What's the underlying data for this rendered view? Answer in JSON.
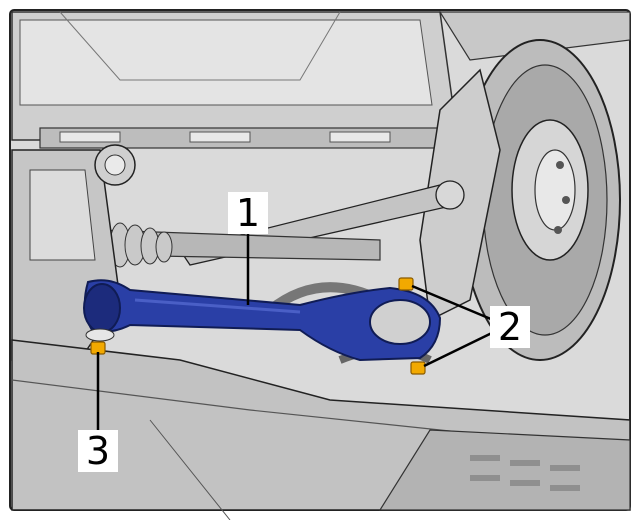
{
  "figure": {
    "callouts": [
      {
        "id": "1",
        "label": "1"
      },
      {
        "id": "2",
        "label": "2"
      },
      {
        "id": "3",
        "label": "3"
      }
    ]
  },
  "colors": {
    "control_arm": "#2a3fa6",
    "control_arm_dark": "#1c2b7c",
    "bolts": "#f2a900",
    "background_grey": "#d9d9d9",
    "line": "#1a1a1a"
  }
}
